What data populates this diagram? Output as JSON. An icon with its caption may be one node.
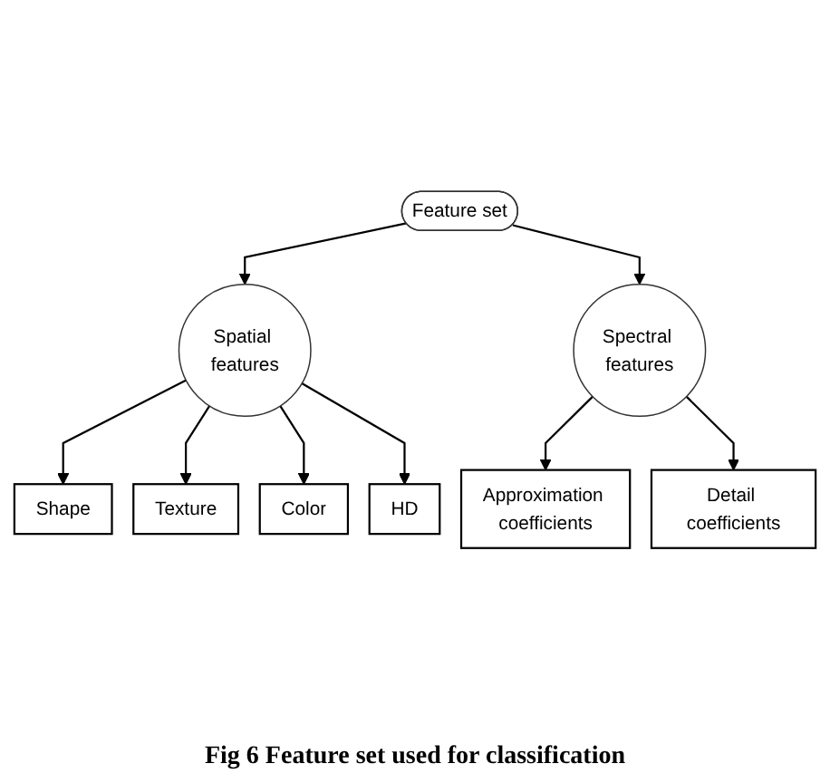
{
  "diagram": {
    "caption": "Fig 6 Feature set used for classification",
    "nodes": [
      {
        "text": [
          "Feature set"
        ]
      },
      {
        "text": [
          "Spatial features"
        ]
      },
      {
        "text": [
          "Spectral features"
        ]
      },
      {
        "text": [
          "Shape"
        ]
      },
      {
        "text": [
          "Texture"
        ]
      },
      {
        "text": [
          "Color"
        ]
      },
      {
        "text": [
          "HD"
        ]
      },
      {
        "text": [
          "Approximation coefficients"
        ]
      },
      {
        "text": [
          "Detail coefficients"
        ]
      }
    ],
    "edges": [
      {
        "from": 0,
        "to": 1,
        "arrow": "to"
      },
      {
        "from": 0,
        "to": 2,
        "arrow": "to"
      },
      {
        "from": 1,
        "to": 3,
        "arrow": "to"
      },
      {
        "from": 1,
        "to": 4,
        "arrow": "to"
      },
      {
        "from": 1,
        "to": 5,
        "arrow": "to"
      },
      {
        "from": 1,
        "to": 6,
        "arrow": "to"
      },
      {
        "from": 2,
        "to": 7,
        "arrow": "to"
      },
      {
        "from": 2,
        "to": 8,
        "arrow": "to"
      }
    ]
  }
}
